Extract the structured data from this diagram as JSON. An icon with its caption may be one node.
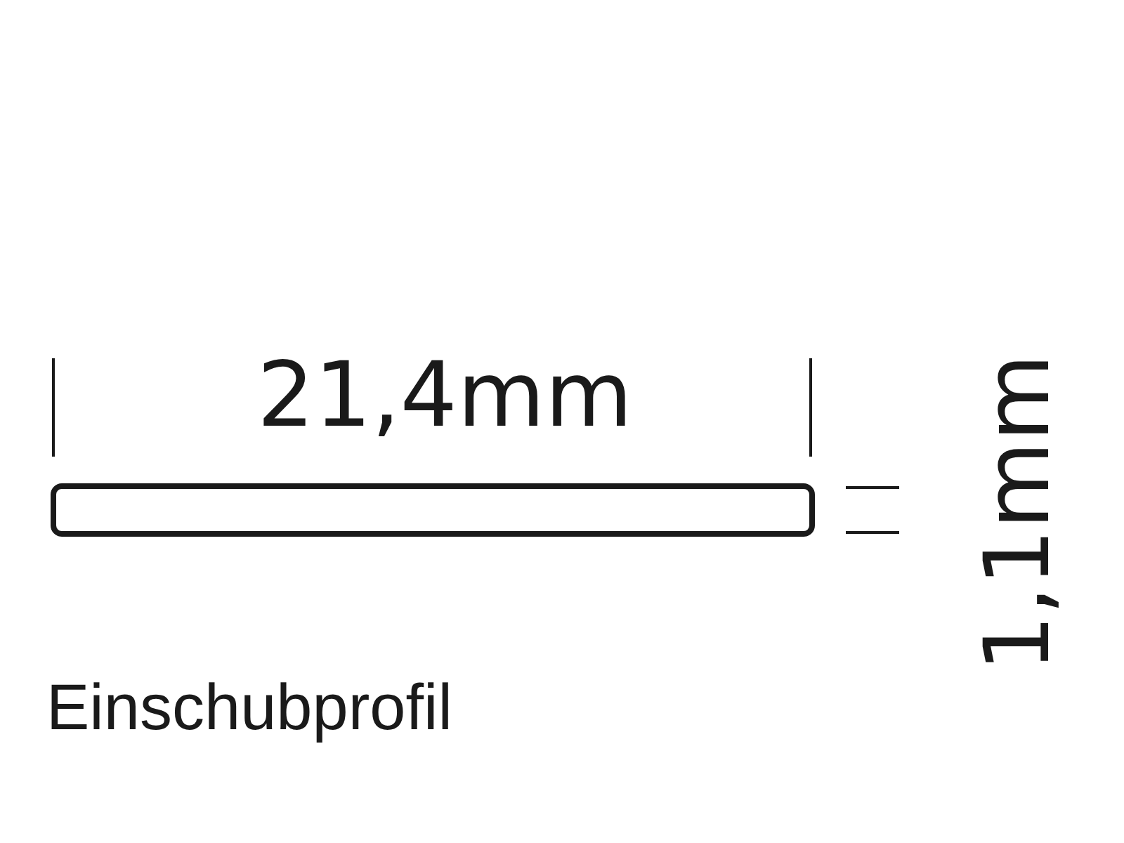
{
  "diagram": {
    "caption": "Einschubprofil",
    "labels": [
      "21,4mm",
      "1,1mm"
    ]
  }
}
